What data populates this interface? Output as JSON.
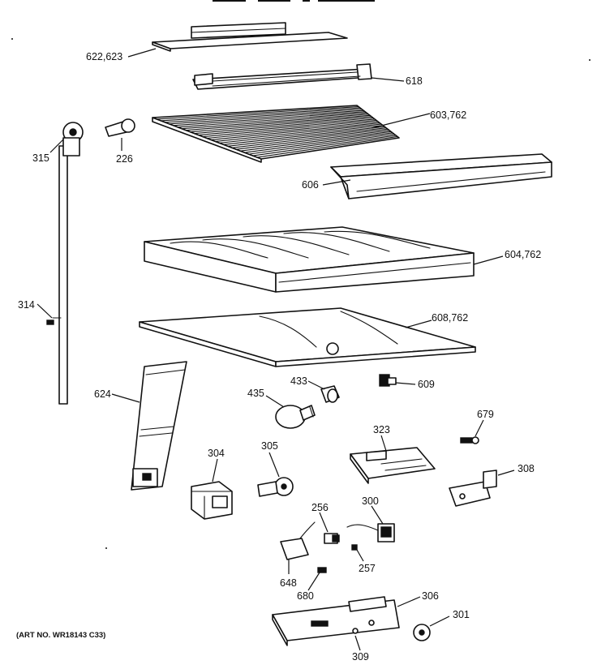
{
  "callouts": {
    "c622": "622,623",
    "c618": "618",
    "c603": "603,762",
    "c315": "315",
    "c226": "226",
    "c606": "606",
    "c604": "604,762",
    "c314": "314",
    "c608": "608,762",
    "c624": "624",
    "c433": "433",
    "c609": "609",
    "c435": "435",
    "c679": "679",
    "c323": "323",
    "c304": "304",
    "c305": "305",
    "c308": "308",
    "c256": "256",
    "c300": "300",
    "c257": "257",
    "c648": "648",
    "c680": "680",
    "c306": "306",
    "c301": "301",
    "c309": "309"
  },
  "art_number": "(ART NO. WR18143 C33)"
}
